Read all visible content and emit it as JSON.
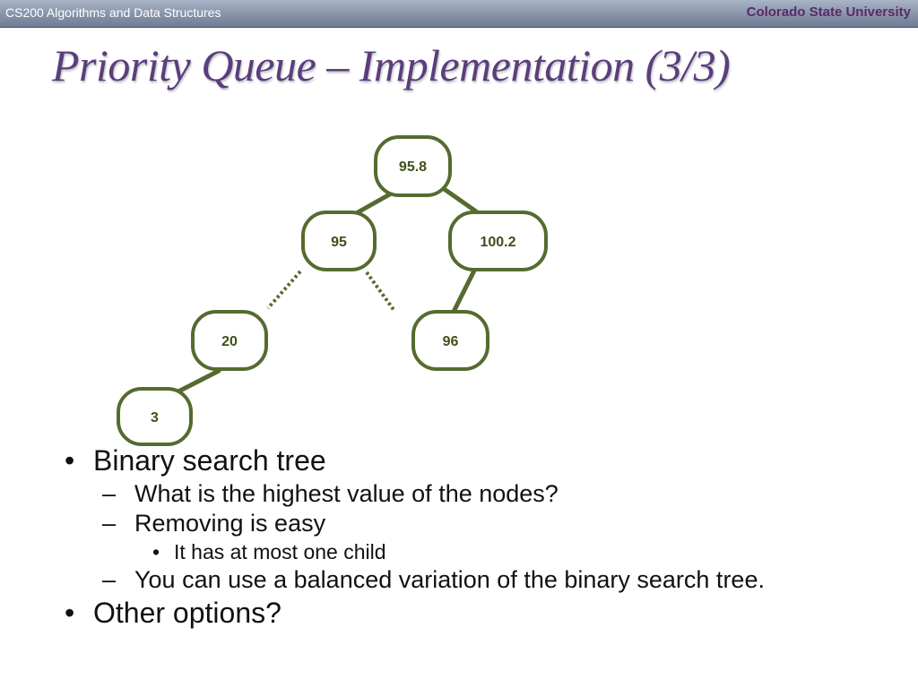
{
  "header": {
    "course": "CS200 Algorithms and Data Structures",
    "university": "Colorado State University"
  },
  "slide": {
    "title": "Priority Queue – Implementation (3/3)"
  },
  "tree": {
    "nodes": {
      "root": "95.8",
      "left": "95",
      "right": "100.2",
      "left_left": "20",
      "right_left": "96",
      "left_left_left": "3"
    },
    "colors": {
      "node_border": "#556b2f",
      "node_fill": "#ffffff",
      "edge": "#556b2f"
    }
  },
  "bullets": {
    "b1": "Binary search tree",
    "b1_1": "What is the highest value of the nodes?",
    "b1_2": "Removing is easy",
    "b1_2_1": "It has at most one child",
    "b1_3": "You can use a balanced variation of the binary search tree.",
    "b2": "Other options?"
  }
}
